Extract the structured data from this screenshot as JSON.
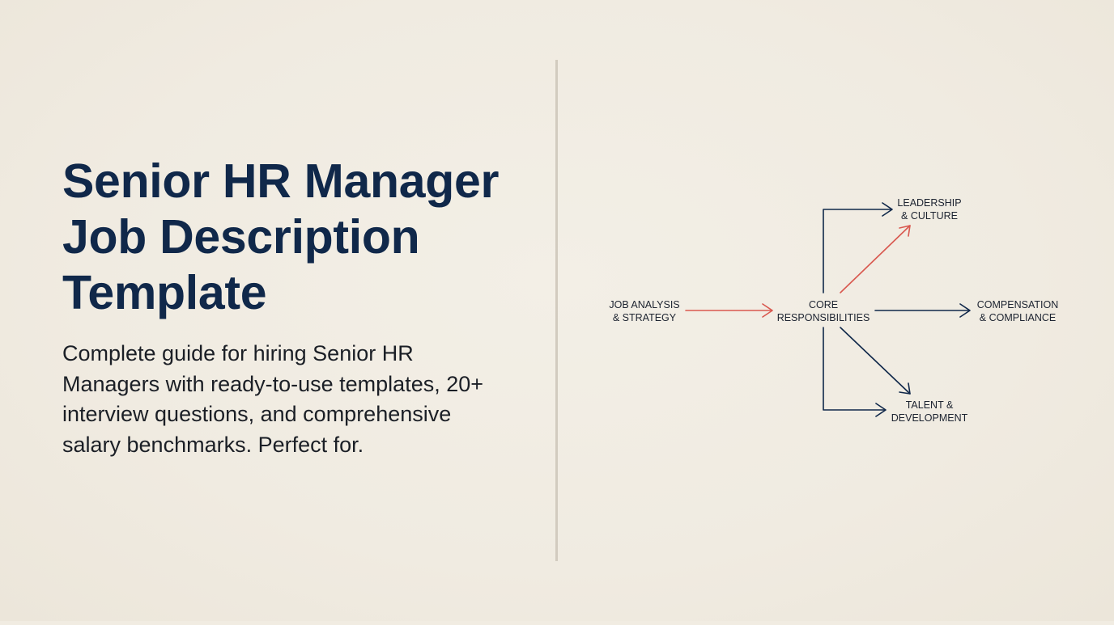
{
  "title": {
    "lines": [
      "Senior HR Manager",
      "Job Description",
      "Template"
    ]
  },
  "subtitle": {
    "lines": [
      "Complete guide for hiring Senior HR",
      "Managers with ready-to-use templates, 20+",
      "interview questions, and comprehensive",
      "salary benchmarks. Perfect for."
    ]
  },
  "diagram": {
    "nodes": {
      "input": {
        "lines": [
          "JOB ANALYSIS",
          "& STRATEGY"
        ]
      },
      "center": {
        "lines": [
          "CORE",
          "RESPONSIBILITIES"
        ]
      },
      "top": {
        "lines": [
          "LEADERSHIP",
          "& CULTURE"
        ]
      },
      "right": {
        "lines": [
          "COMPENSATION",
          "& COMPLIANCE"
        ]
      },
      "bottom": {
        "lines": [
          "TALENT &",
          "DEVELOPMENT"
        ]
      }
    },
    "edges": [
      {
        "from": "input",
        "to": "center",
        "color": "accent"
      },
      {
        "from": "center",
        "to": "top",
        "style": "bracket",
        "color": "primary"
      },
      {
        "from": "center",
        "to": "top",
        "style": "diagonal",
        "color": "accent"
      },
      {
        "from": "center",
        "to": "right",
        "color": "primary"
      },
      {
        "from": "center",
        "to": "bottom",
        "style": "diagonal",
        "color": "primary"
      },
      {
        "from": "center",
        "to": "bottom",
        "style": "bracket",
        "color": "primary"
      }
    ]
  },
  "colors": {
    "background": "#f1ece2",
    "primary": "#10284a",
    "accent": "#d9584f",
    "divider": "#d2cbbf",
    "text": "#1b1f26"
  }
}
